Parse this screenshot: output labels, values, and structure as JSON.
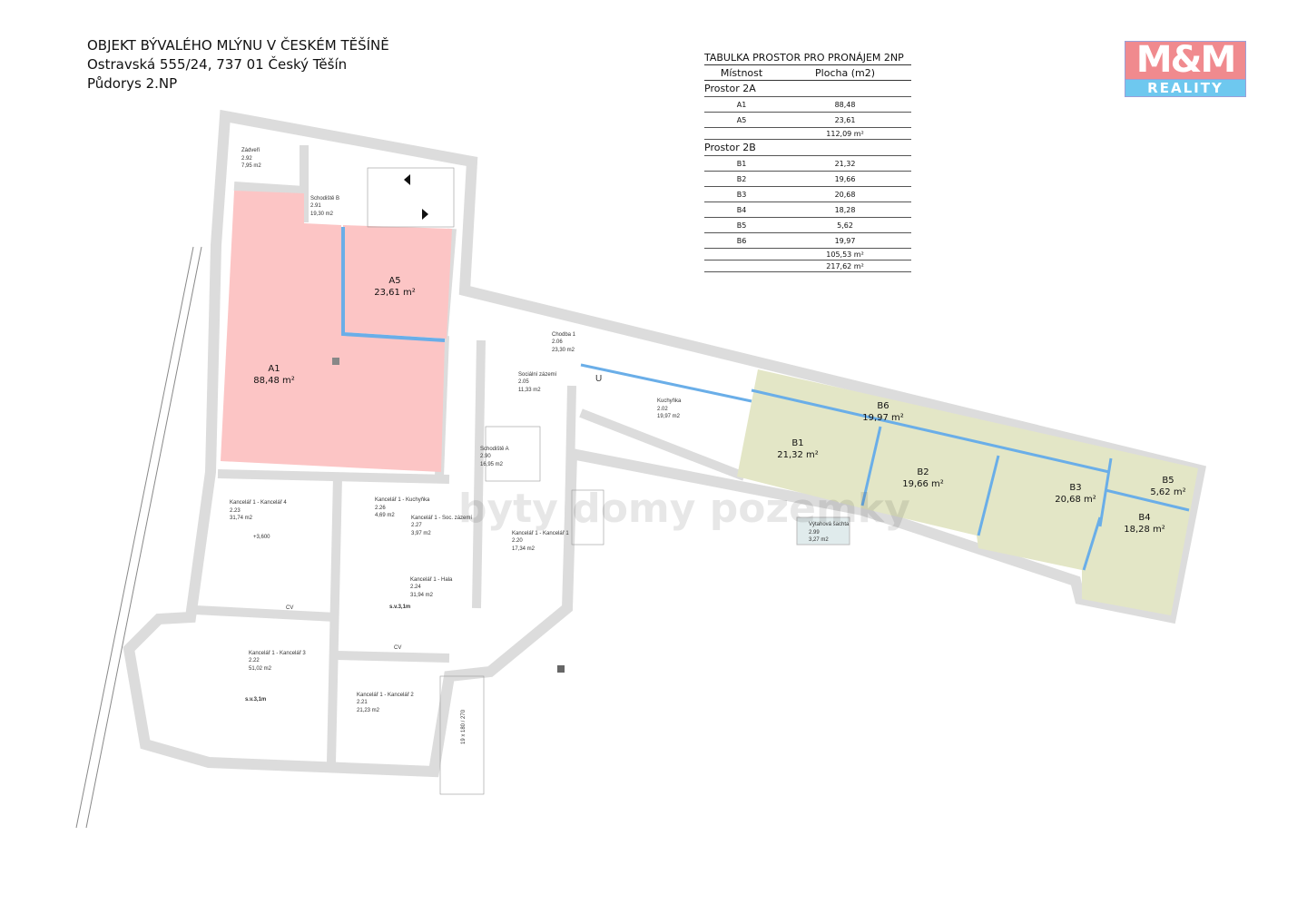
{
  "header": {
    "line1": "OBJEKT BÝVALÉHO MLÝNU V ČESKÉM TĚŠÍNĚ",
    "line2": "Ostravská 555/24, 737 01 Český Těšín",
    "line3": "Půdorys 2.NP"
  },
  "logo": {
    "top": "M&M",
    "bottom": "REALITY",
    "colors": {
      "top": "#f08a8e",
      "bottom": "#6ec8ef"
    }
  },
  "table": {
    "title": "TABULKA PROSTOR PRO PRONÁJEM 2NP",
    "col_room": "Místnost",
    "col_area": "Plocha (m2)",
    "groups": [
      {
        "name": "Prostor 2A",
        "rows": [
          {
            "room": "A1",
            "area": "88,48"
          },
          {
            "room": "A5",
            "area": "23,61"
          }
        ],
        "total": "112,09 m²"
      },
      {
        "name": "Prostor 2B",
        "rows": [
          {
            "room": "B1",
            "area": "21,32"
          },
          {
            "room": "B2",
            "area": "19,66"
          },
          {
            "room": "B3",
            "area": "20,68"
          },
          {
            "room": "B4",
            "area": "18,28"
          },
          {
            "room": "B5",
            "area": "5,62"
          },
          {
            "room": "B6",
            "area": "19,97"
          }
        ],
        "total": "105,53 m²"
      }
    ],
    "grand_total": "217,62 m²"
  },
  "colors": {
    "prostor_2a": "#fcc5c5",
    "prostor_2b": "#e3e6c6",
    "partition": "#6aaee8",
    "wall": "#dcdcdc"
  },
  "units": {
    "A1": {
      "name": "A1",
      "area": "88,48 m²"
    },
    "A5": {
      "name": "A5",
      "area": "23,61 m²"
    },
    "B1": {
      "name": "B1",
      "area": "21,32 m²"
    },
    "B2": {
      "name": "B2",
      "area": "19,66 m²"
    },
    "B3": {
      "name": "B3",
      "area": "20,68 m²"
    },
    "B4": {
      "name": "B4",
      "area": "18,28 m²"
    },
    "B5": {
      "name": "B5",
      "area": "5,62 m²"
    },
    "B6": {
      "name": "B6",
      "area": "19,97 m²"
    }
  },
  "rooms": [
    {
      "name": "Zádveří",
      "num": "2.92",
      "area": "7,95 m2"
    },
    {
      "name": "Schodiště B",
      "num": "2.91",
      "area": "19,30 m2"
    },
    {
      "name": "Chodba 1",
      "num": "2.06",
      "area": "23,30 m2"
    },
    {
      "name": "Sociální zázemí",
      "num": "2.05",
      "area": "11,33 m2"
    },
    {
      "name": "Kuchyňka",
      "num": "2.02",
      "area": "19,97 m2"
    },
    {
      "name": "Schodiště A",
      "num": "2.90",
      "area": "16,95 m2"
    },
    {
      "name": "Kancelář 1 - Kancelář 4",
      "num": "2.23",
      "area": "31,74 m2"
    },
    {
      "name": "Kancelář 1 - Kuchyňka",
      "num": "2.26",
      "area": "4,69 m2"
    },
    {
      "name": "Kancelář 1 - Soc. zázemí",
      "num": "2.27",
      "area": "3,97 m2"
    },
    {
      "name": "Kancelář 1 - Kancelář 1",
      "num": "2.20",
      "area": "17,34 m2"
    },
    {
      "name": "Kancelář 1 - Hala",
      "num": "2.24",
      "area": "31,94 m2"
    },
    {
      "name": "Kancelář 1 - Kancelář 3",
      "num": "2.22",
      "area": "51,02 m2"
    },
    {
      "name": "Kancelář 1 - Kancelář 2",
      "num": "2.21",
      "area": "21,23 m2"
    },
    {
      "name": "Výtahová šachta",
      "num": "2.99",
      "area": "3,27 m2"
    }
  ],
  "annotations": {
    "level": "+3,600",
    "cv": "CV",
    "height": "s.v.3,1m",
    "stairs": "19 x 180 / 270",
    "toilet": "U"
  },
  "watermark": "byty domy pozemky"
}
